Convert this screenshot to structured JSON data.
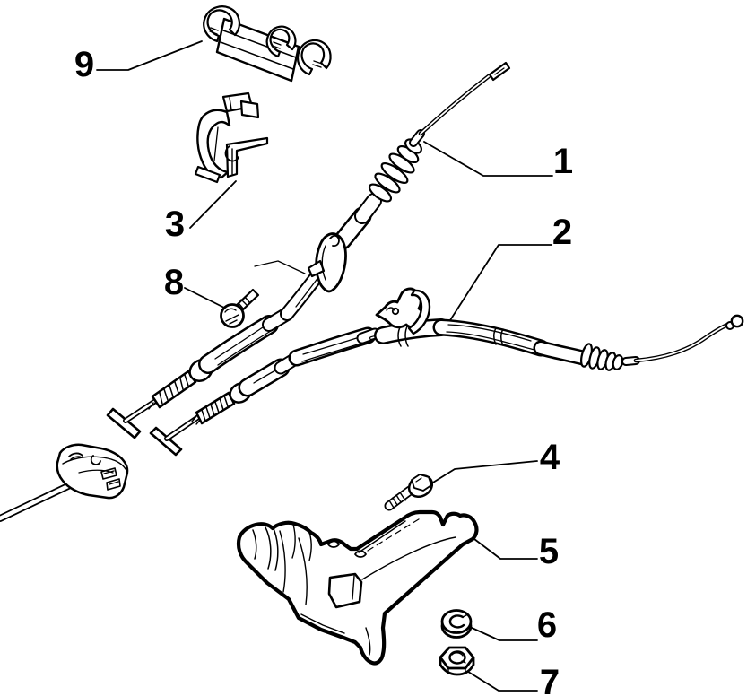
{
  "colors": {
    "background": "#ffffff",
    "ink": "#000000"
  },
  "callouts": [
    {
      "label": "1"
    },
    {
      "label": "2"
    },
    {
      "label": "3"
    },
    {
      "label": "4"
    },
    {
      "label": "5"
    },
    {
      "label": "6"
    },
    {
      "label": "7"
    },
    {
      "label": "8"
    },
    {
      "label": "9"
    }
  ]
}
